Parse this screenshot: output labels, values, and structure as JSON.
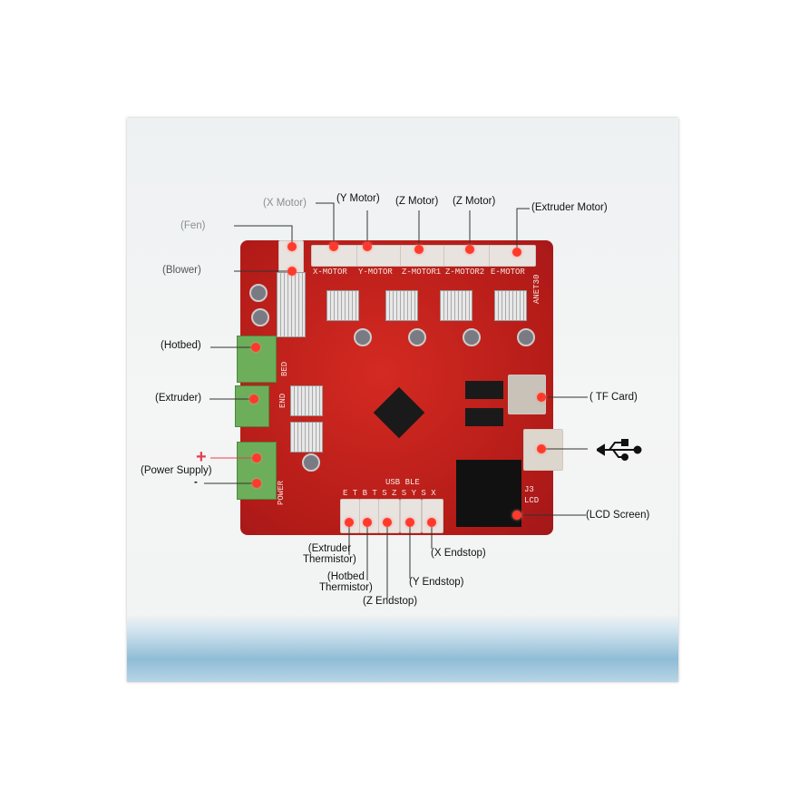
{
  "labels": {
    "x_motor": "(X  Motor)",
    "y_motor": "(Y  Motor)",
    "z_motor_1": "(Z  Motor)",
    "z_motor_2": "(Z  Motor)",
    "extruder_motor": "(Extruder  Motor)",
    "fan": "(Fen)",
    "blower": "(Blower)",
    "hotbed": "(Hotbed)",
    "extruder": "(Extruder)",
    "power_plus": "+",
    "power_supply": "(Power  Supply)",
    "power_minus": "-",
    "tf_card": "( TF  Card)",
    "lcd_screen": "(LCD  Screen)",
    "extruder_thermistor": "(Extruder\nThermistor)",
    "hotbed_thermistor": "(Hotbed\nThermistor)",
    "z_endstop": "(Z  Endstop)",
    "y_endstop": "(Y  Endstop)",
    "x_endstop": "(X  Endstop)"
  },
  "silkscreen": {
    "x_motor": "X-MOTOR",
    "y_motor": "Y-MOTOR",
    "z_motor1": "Z-MOTOR1",
    "z_motor2": "Z-MOTOR2",
    "e_motor": "E-MOTOR",
    "board_name": "ANET30",
    "usb_ble": "USB BLE",
    "pins": "E T B T S Z S Y S X",
    "j3": "J3",
    "lcd": "LCD",
    "power": "POWER",
    "end": "END",
    "bed": "BED"
  },
  "icons": {
    "usb": "usb-icon"
  },
  "colors": {
    "board": "#c0201c",
    "marker": "#ff3a2a",
    "terminal": "#6cae5a"
  }
}
